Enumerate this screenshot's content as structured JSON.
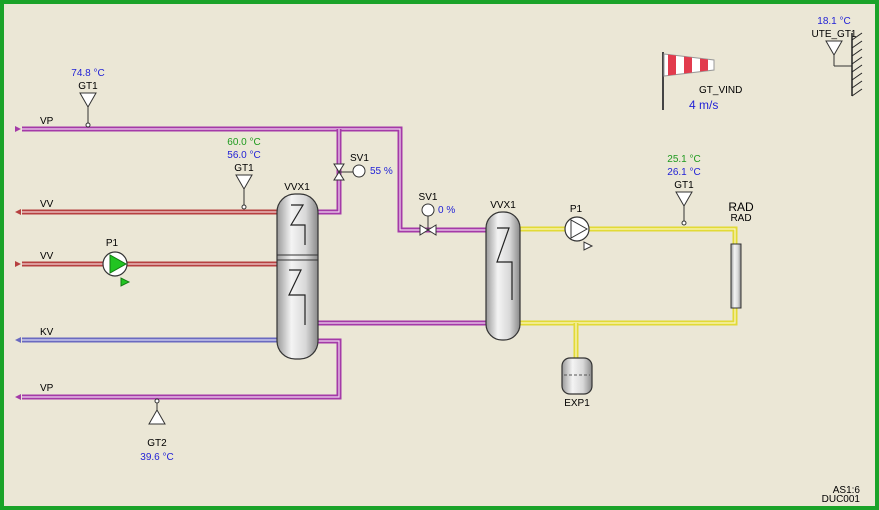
{
  "colors": {
    "frame": "#1aa329",
    "background": "#ebe7d6",
    "supply_pipe": "#a43aa8",
    "return_pipe": "#b64040",
    "cold_water_pipe": "#6a6ac0",
    "secondary_pipe": "#e2da36",
    "value_blue": "#1f1fd6",
    "value_green": "#1e9a1e",
    "pump_running": "#22c422"
  },
  "outdoor": {
    "value": "18.1 °C",
    "label": "UTE_GT1",
    "icon": "wall-sensor-icon"
  },
  "wind": {
    "label": "GT_VIND",
    "value": "4 m/s",
    "icon": "windsock-icon"
  },
  "primary": {
    "vp_top": {
      "label": "VP"
    },
    "gt1": {
      "label": "GT1",
      "value": "74.8 °C"
    },
    "vv_top": {
      "label": "VV"
    },
    "vv_mid": {
      "label": "VV"
    },
    "kv": {
      "label": "KV"
    },
    "vp_bottom": {
      "label": "VP"
    },
    "supply_gt1": {
      "label": "GT1",
      "setpoint": "60.0 °C",
      "value": "56.0 °C"
    },
    "sv1": {
      "label": "SV1",
      "value": "55 %"
    },
    "pump": {
      "label": "P1"
    },
    "hx": {
      "label": "VVX1"
    },
    "gt2": {
      "label": "GT2",
      "value": "39.6 °C"
    }
  },
  "secondary": {
    "sv1": {
      "label": "SV1",
      "value": "0 %"
    },
    "hx": {
      "label": "VVX1"
    },
    "pump": {
      "label": "P1"
    },
    "gt1": {
      "label": "GT1",
      "setpoint": "25.1 °C",
      "value": "26.1 °C"
    },
    "radiator": {
      "title": "RAD",
      "label": "RAD"
    },
    "expansion": {
      "label": "EXP1"
    }
  },
  "footer": {
    "line1": "AS1:6",
    "line2": "DUC001"
  }
}
